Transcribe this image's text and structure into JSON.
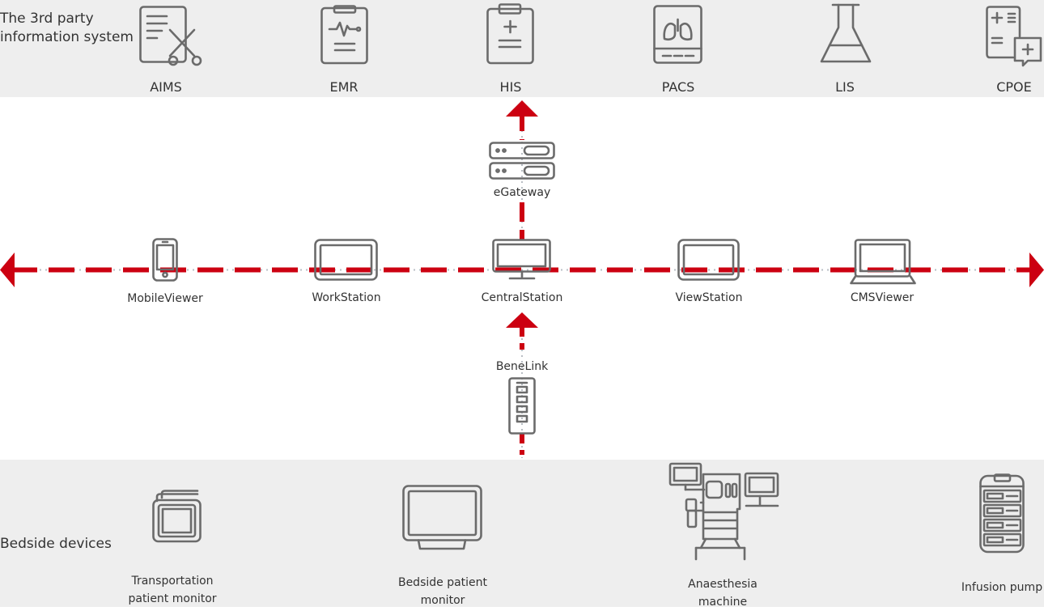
{
  "colors": {
    "network": "#cc0011",
    "icon": "#6b6b6b",
    "band": "#eeeeee",
    "dots": "#b9bec4"
  },
  "top_section": {
    "label_line1": "The 3rd party",
    "label_line2": "information system",
    "systems": [
      {
        "label": "AIMS",
        "icon": "clipboard-scissors-icon"
      },
      {
        "label": "EMR",
        "icon": "clipboard-heartbeat-icon"
      },
      {
        "label": "HIS",
        "icon": "clipboard-medical-icon"
      },
      {
        "label": "PACS",
        "icon": "lungs-tablet-icon"
      },
      {
        "label": "LIS",
        "icon": "flask-icon"
      },
      {
        "label": "CPOE",
        "icon": "order-form-icon"
      }
    ]
  },
  "gateway": {
    "label": "eGateway",
    "icon": "server-icon"
  },
  "network_nodes": [
    {
      "label": "MobileViewer",
      "icon": "smartphone-icon"
    },
    {
      "label": "WorkStation",
      "icon": "monitor-icon"
    },
    {
      "label": "CentralStation",
      "icon": "desktop-monitor-icon"
    },
    {
      "label": "ViewStation",
      "icon": "monitor-icon"
    },
    {
      "label": "CMSViewer",
      "icon": "laptop-icon"
    }
  ],
  "benelink": {
    "label": "BeneLink",
    "icon": "benelink-module-icon"
  },
  "bottom_section": {
    "label": "Bedside devices",
    "devices": [
      {
        "line1": "Transportation",
        "line2": "patient monitor",
        "icon": "transport-monitor-icon"
      },
      {
        "line1": "Bedside patient",
        "line2": "monitor",
        "icon": "bedside-monitor-icon"
      },
      {
        "line1": "Anaesthesia",
        "line2": "machine",
        "icon": "anaesthesia-machine-icon"
      },
      {
        "line1": "Infusion pump",
        "line2": "",
        "icon": "infusion-pump-icon"
      }
    ]
  }
}
